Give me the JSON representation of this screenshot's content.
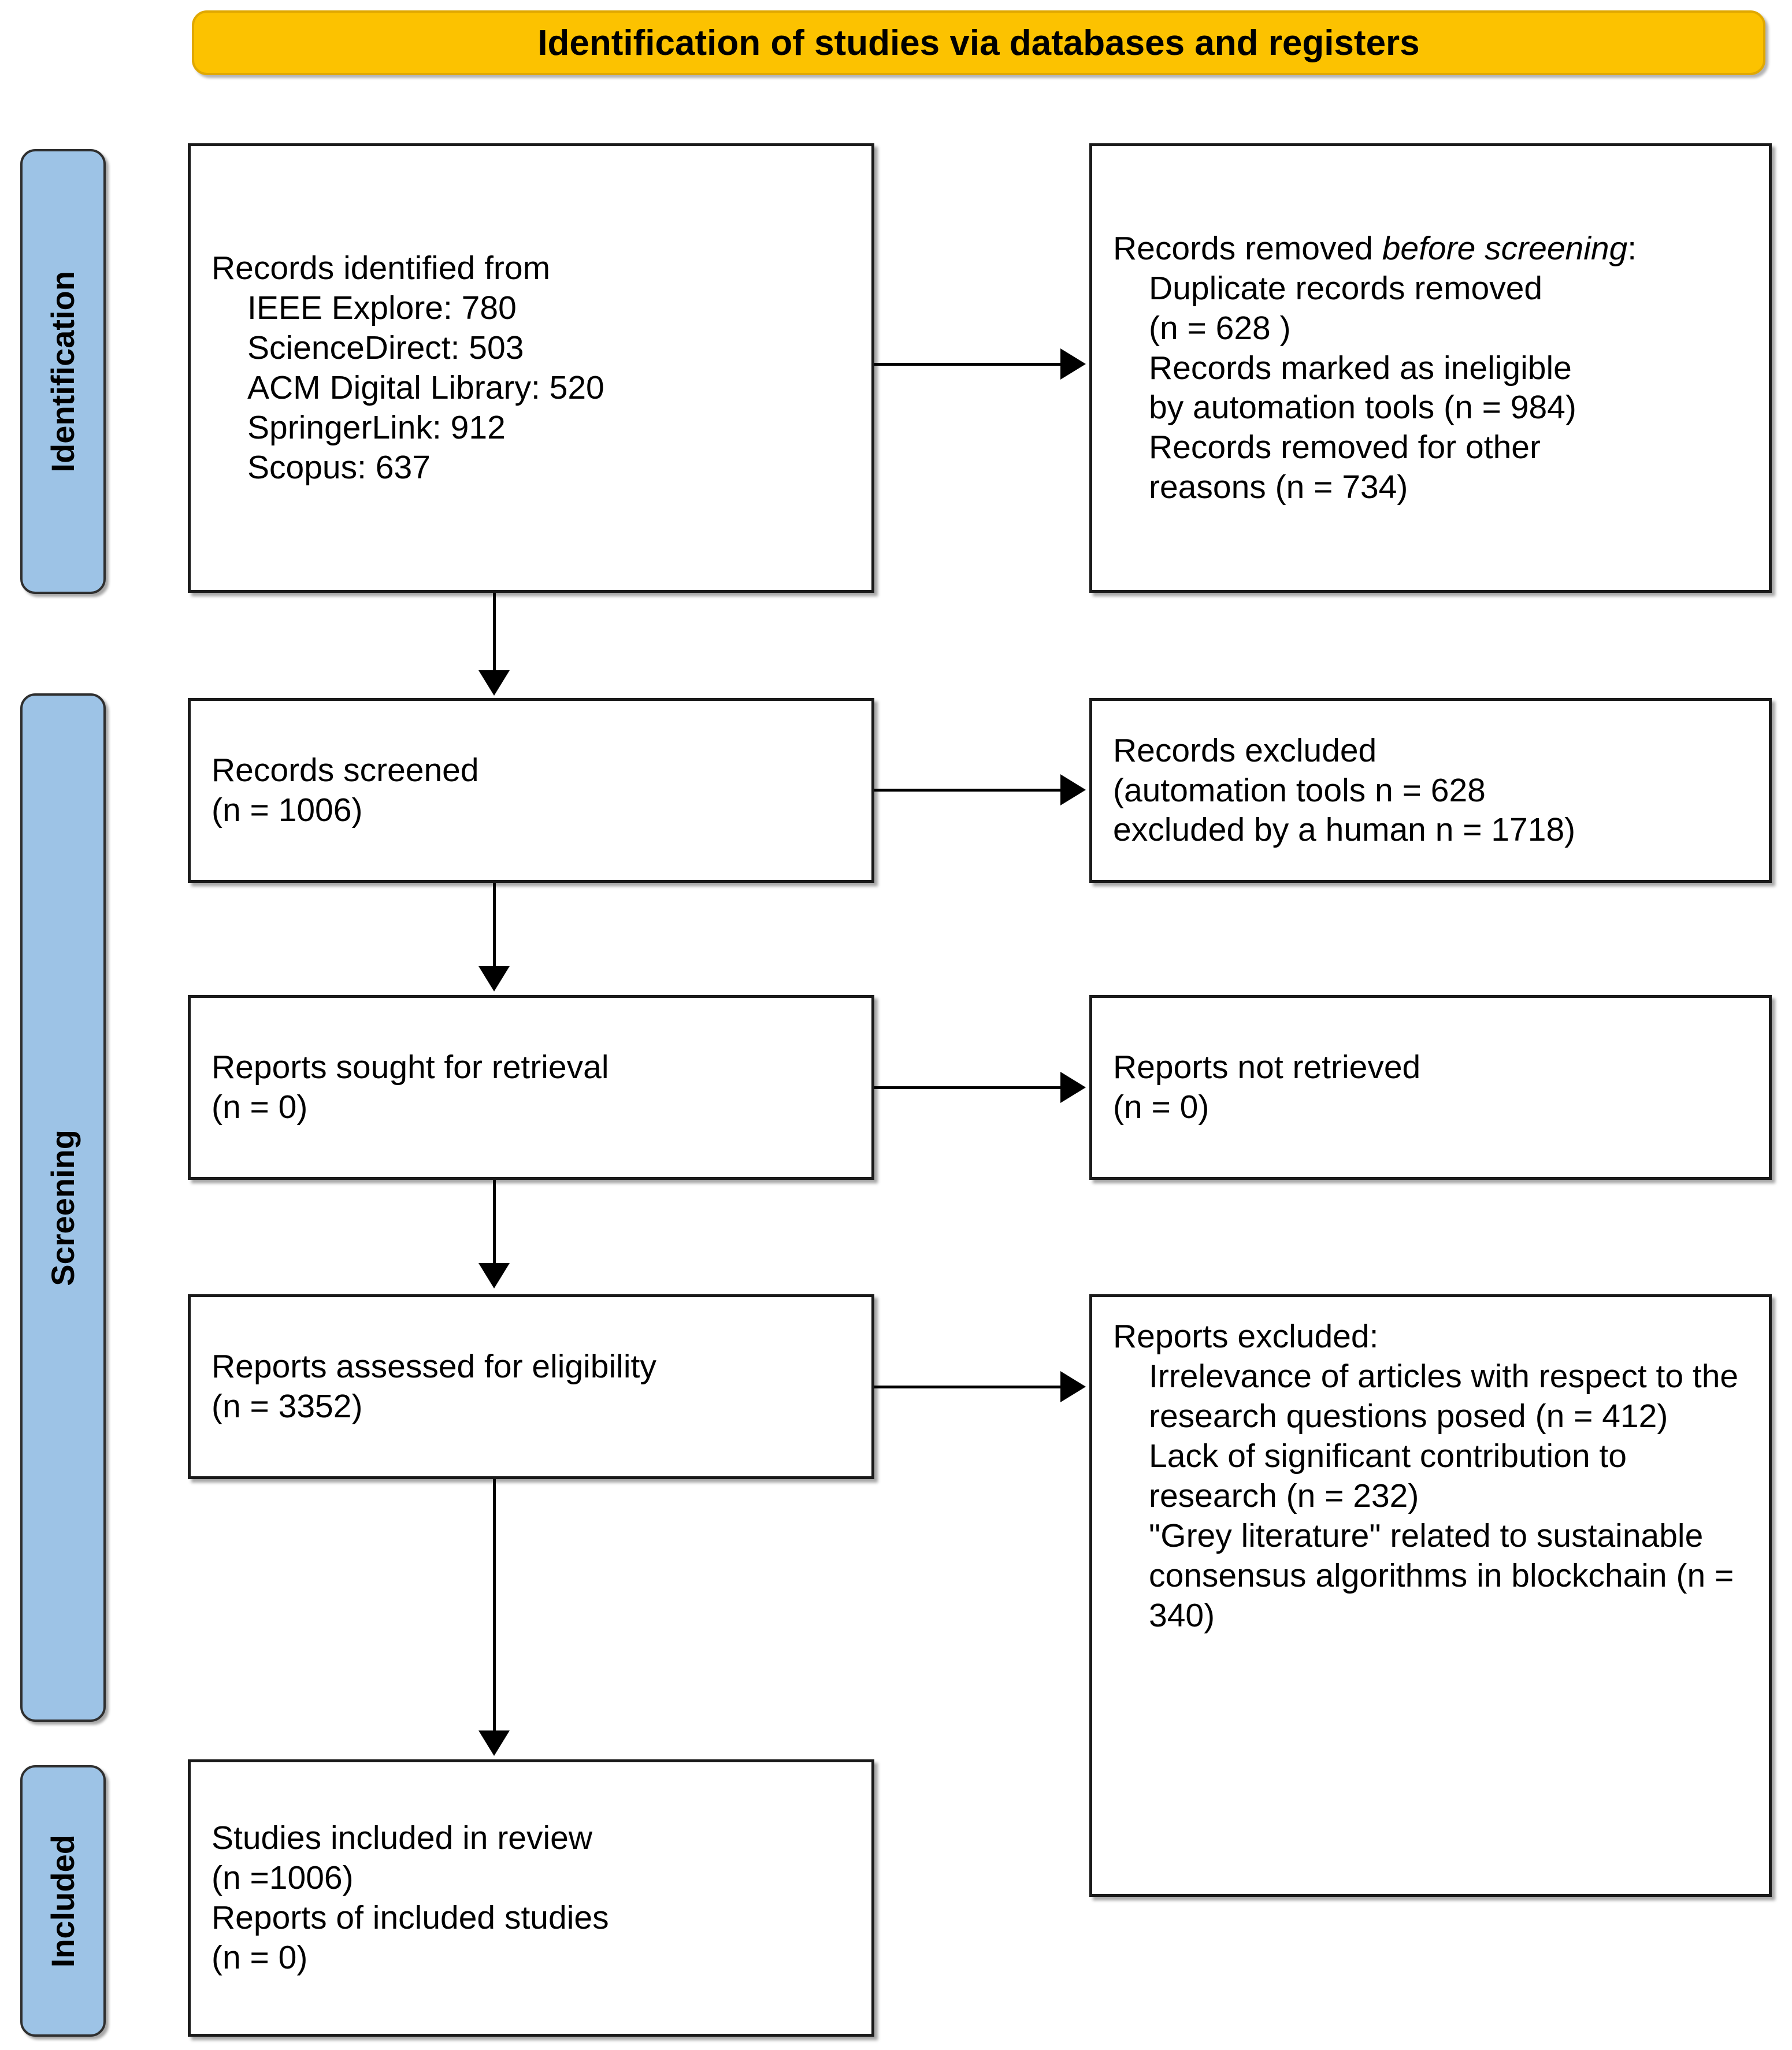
{
  "diagram": {
    "title": "Identification of studies via databases and registers",
    "colors": {
      "banner_fill": "#FCC200",
      "stage_pill_fill": "#9DC3E6",
      "box_border": "#1A1A1A",
      "connector": "#000000"
    },
    "stages": [
      {
        "label": "Identification"
      },
      {
        "label": "Screening"
      },
      {
        "label": "Included"
      }
    ],
    "boxes": {
      "identified": {
        "lines": [
          "Records identified from",
          "IEEE Explore: 780",
          "ScienceDirect: 503",
          "ACM Digital Library: 520",
          "SpringerLink: 912",
          "Scopus: 637"
        ]
      },
      "removed_before_screening": {
        "heading_prefix": "Records removed ",
        "heading_italic": "before screening",
        "heading_suffix": ":",
        "lines": [
          "Duplicate records removed",
          "(n = 628 )",
          "Records marked as ineligible",
          "by automation tools (n = 984)",
          "Records removed for other",
          "reasons (n = 734)"
        ]
      },
      "records_screened": {
        "lines": [
          "Records screened",
          "(n = 1006)"
        ]
      },
      "records_excluded": {
        "lines": [
          "Records excluded",
          "(automation tools n = 628",
          "excluded by a human n = 1718)"
        ]
      },
      "reports_sought": {
        "lines": [
          "Reports sought for retrieval",
          "(n = 0)"
        ]
      },
      "reports_not_retrieved": {
        "lines": [
          "Reports not retrieved",
          "(n = 0)"
        ]
      },
      "reports_assessed": {
        "lines": [
          "Reports assessed for eligibility",
          "(n = 3352)"
        ]
      },
      "reports_excluded": {
        "heading": "Reports excluded:",
        "lines": [
          "Irrelevance of articles with respect to the research questions posed (n = 412)",
          "Lack of significant contribution to research (n = 232)",
          "\"Grey literature\" related to sustainable consensus algorithms in blockchain (n = 340)"
        ]
      },
      "studies_included": {
        "lines": [
          "Studies included in review",
          "(n =1006)",
          "Reports of included studies",
          "(n = 0)"
        ]
      }
    }
  }
}
